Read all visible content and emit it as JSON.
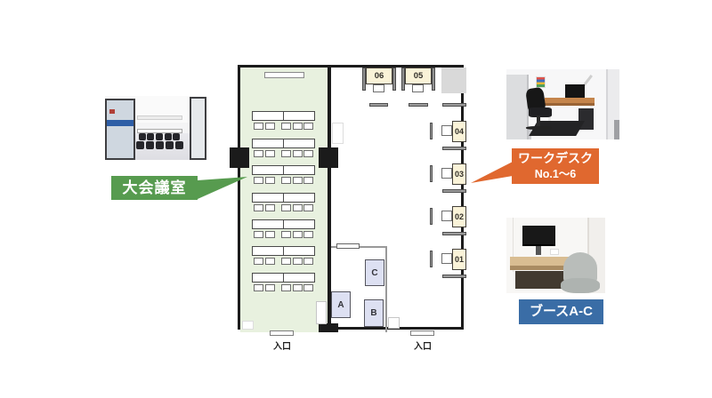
{
  "palette": {
    "meeting_room_fill": "#e8f1df",
    "wall": "#1b1b1b",
    "desk_fill": "#faf3d8",
    "booth_fill": "#dde0f2",
    "label_green": "#579b4f",
    "label_orange": "#e0682f",
    "label_blue": "#3a6da6",
    "connector_blue": "#3b76b5"
  },
  "floor_plan": {
    "meeting_room": {
      "table_rows": 7,
      "chairs_per_row": 5
    },
    "work_desks_top": [
      "06",
      "05"
    ],
    "work_desks_right": [
      "04",
      "03",
      "02",
      "01"
    ],
    "booths": {
      "c": "C",
      "a": "A",
      "b": "B"
    },
    "entrance_label": "入口"
  },
  "labels": {
    "meeting_room": "大会議室",
    "work_desk_line1": "ワークデスク",
    "work_desk_line2": "No.1〜6",
    "booth": "ブースA-C"
  }
}
